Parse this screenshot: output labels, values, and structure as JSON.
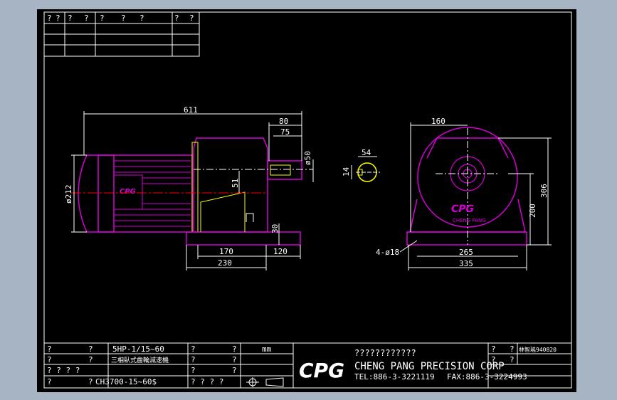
{
  "revision_block": {
    "headers": [
      "?",
      "?",
      "?",
      "?",
      "?",
      "?",
      "?",
      "?",
      "?"
    ]
  },
  "dimensions": {
    "overall_length": "611",
    "shaft_length_80": "80",
    "shaft_length_75": "75",
    "shaft_diameter": "ø50",
    "motor_diameter": "ø212",
    "shaft_height_offset": "51",
    "base_height": "30",
    "base_170": "170",
    "base_120": "120",
    "base_230": "230",
    "key_width": "54",
    "key_height": "14",
    "front_160": "160",
    "front_200": "200",
    "front_306": "306",
    "front_265": "265",
    "front_335": "335",
    "mount_holes": "4-ø18"
  },
  "logo_text": "CPG",
  "nameplate": "CHENG PANG",
  "title_block": {
    "row1": {
      "c1": "?",
      "c2": "?",
      "model": "5HP-1/15~60",
      "c4": "?",
      "c5": "?",
      "unit": "mm"
    },
    "row2": {
      "c1": "?",
      "c2": "?",
      "desc": "三相臥式齒輪減速機",
      "c4": "?",
      "c5": "?"
    },
    "row3": {
      "c1": "? ? ? ?",
      "c4": "?",
      "c5": "?"
    },
    "row4": {
      "c1": "?",
      "c2": "?",
      "part_no": "CH3700-15~60$",
      "c4": "? ? ? ?"
    },
    "company_cn": "????????????",
    "company_en": "CHENG PANG PRECISION CORP",
    "tel": "TEL:886-3-3221119",
    "fax": "FAX:886-3-3224993",
    "right_row1": {
      "c1": "?",
      "c2": "?",
      "date": "林智瑤940820"
    },
    "right_row2": {
      "c1": "?",
      "c2": "?"
    }
  },
  "colors": {
    "background": "#000000",
    "frame": "#ffffff",
    "geometry": "#d400d4",
    "dimension": "#ffffff",
    "centerline": "#ff0000",
    "yellow": "#ffff00",
    "cyan": "#00ffff"
  }
}
